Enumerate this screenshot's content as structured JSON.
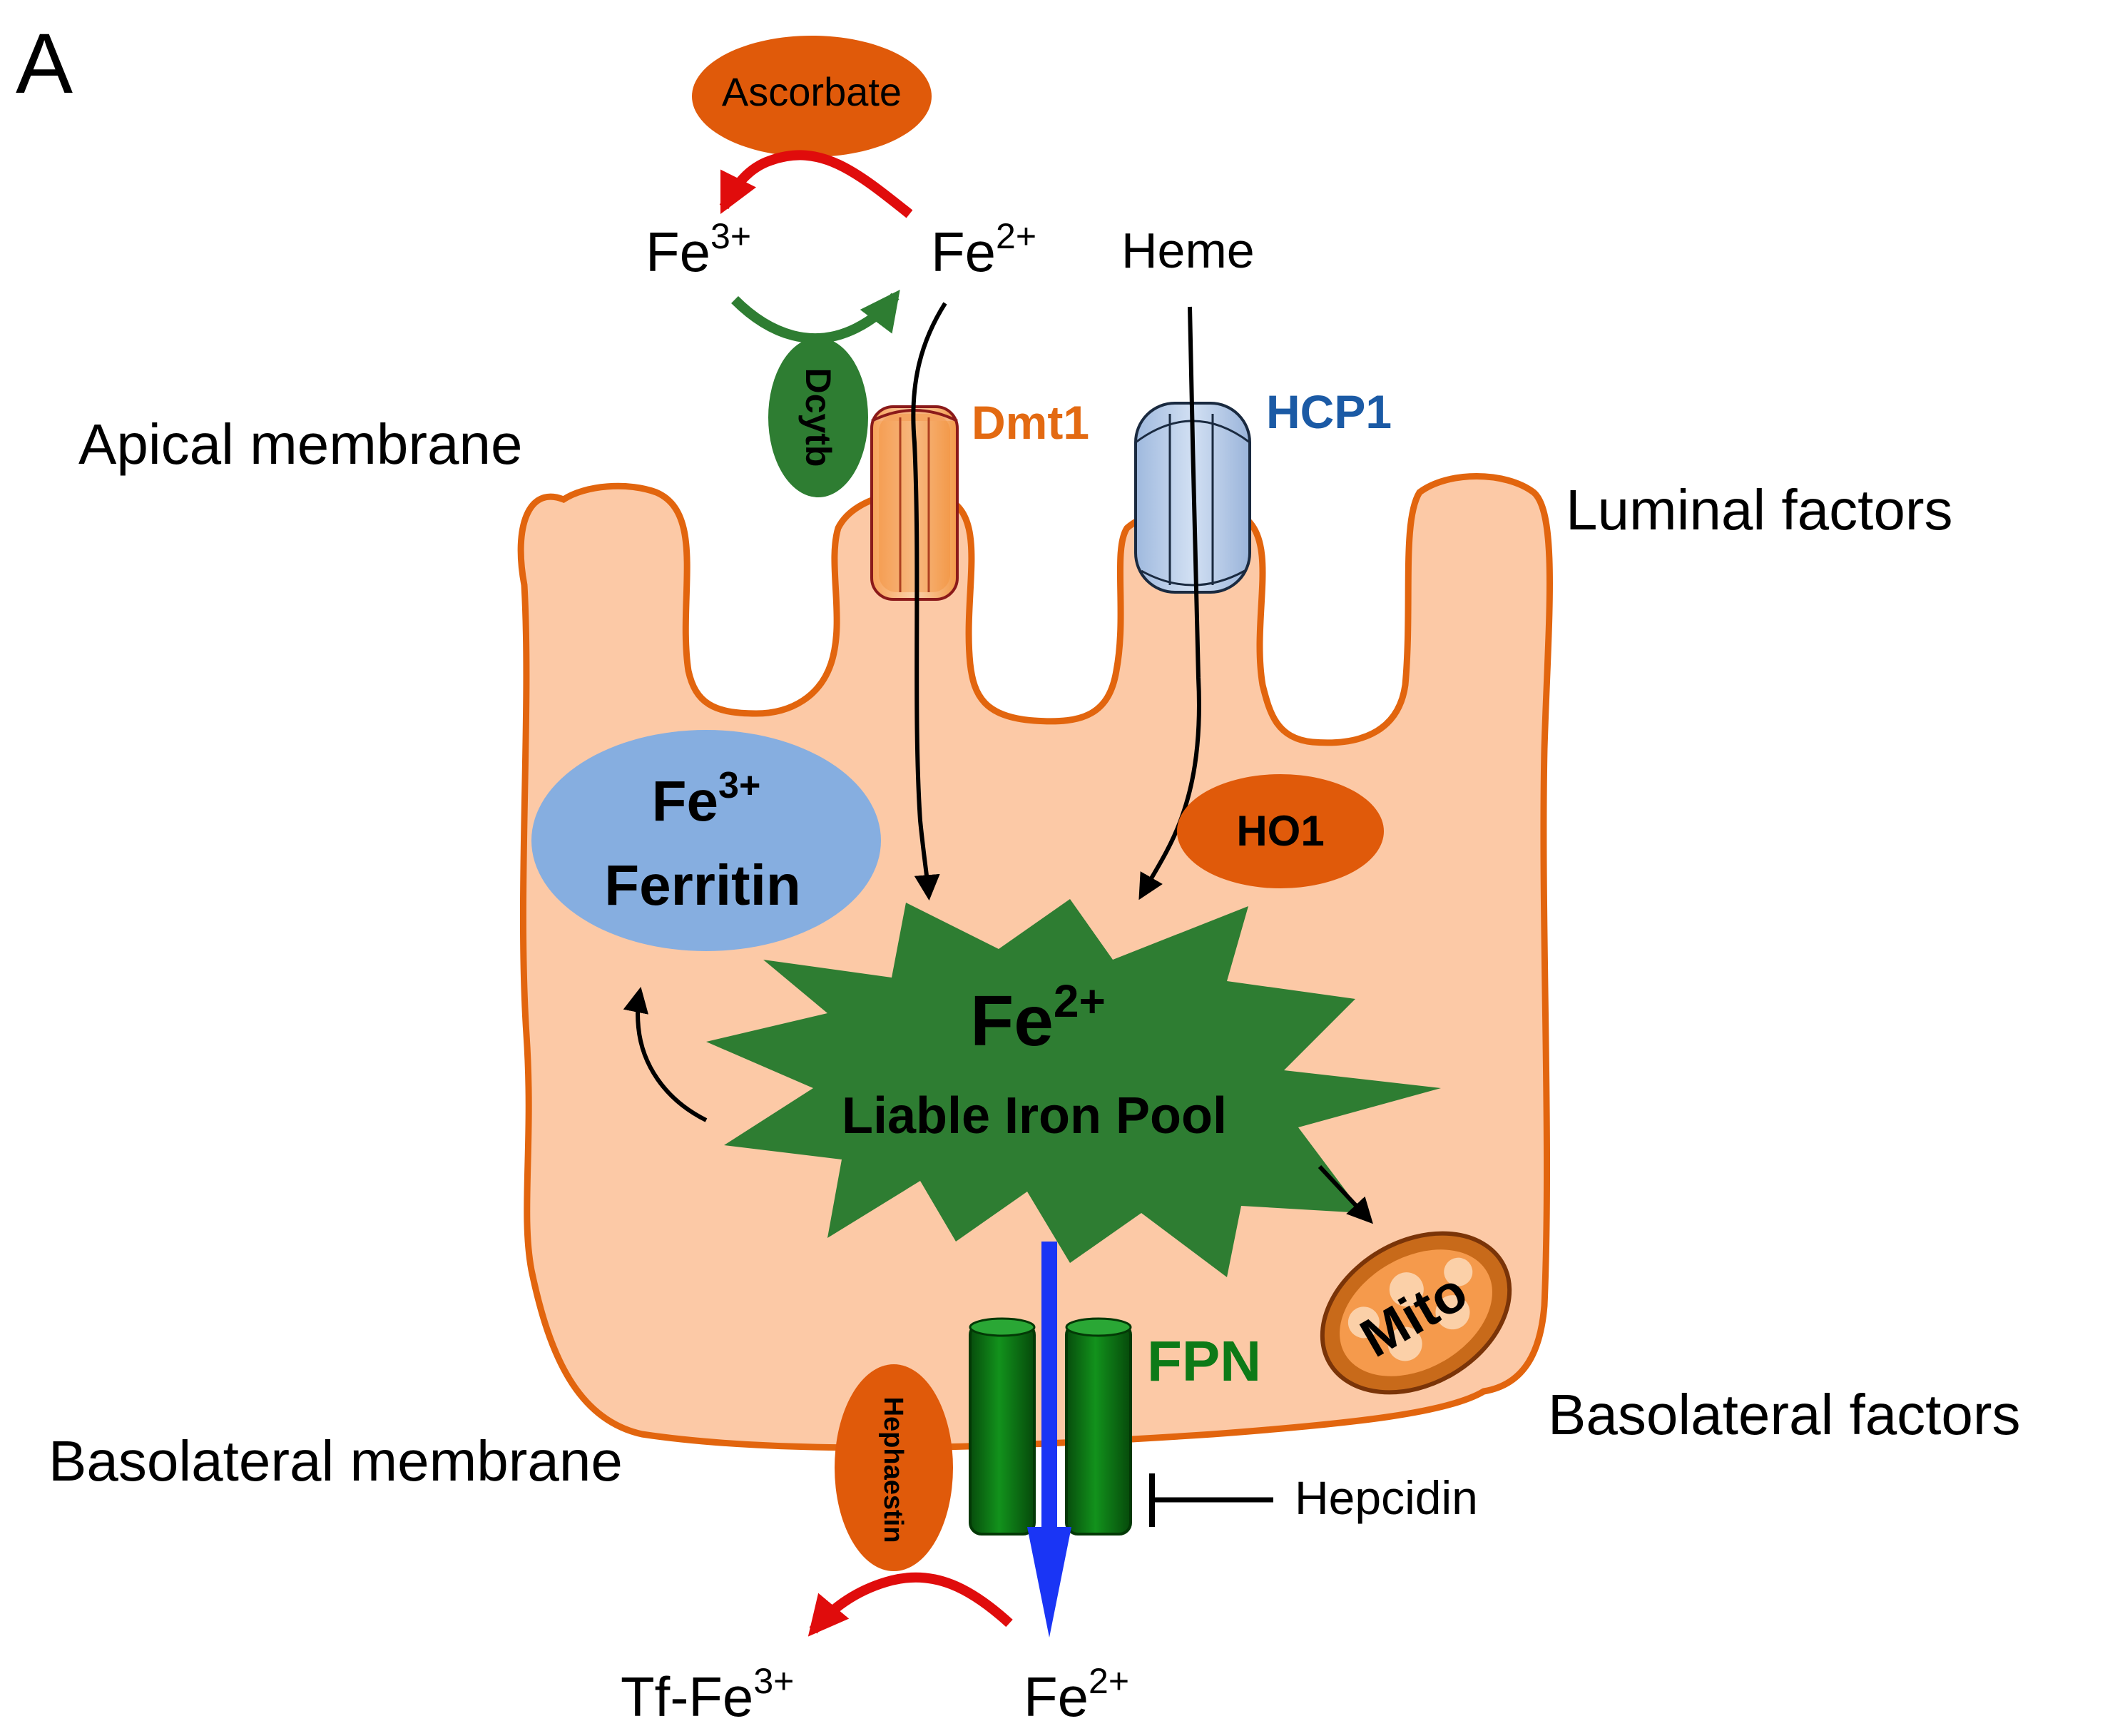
{
  "panel_label": "A",
  "labels": {
    "ascorbate": "Ascorbate",
    "fe3_top": {
      "base": "Fe",
      "sup": "3+"
    },
    "fe2_top": {
      "base": "Fe",
      "sup": "2+"
    },
    "heme": "Heme",
    "dcytb": "Dcytb",
    "dmt1": "Dmt1",
    "hcp1": "HCP1",
    "apical_membrane": "Apical membrane",
    "luminal_factors": "Luminal factors",
    "ferritin_fe": {
      "base": "Fe",
      "sup": "3+"
    },
    "ferritin": "Ferritin",
    "ho1": "HO1",
    "pool_fe": {
      "base": "Fe",
      "sup": "2+"
    },
    "pool_name": "Liable Iron Pool",
    "mito": "Mito",
    "fpn": "FPN",
    "basolateral_factors": "Basolateral factors",
    "basolateral_membrane": "Basolateral membrane",
    "hephaestin": "Hephaestin",
    "hepcidin": "Hepcidin",
    "tf_fe": {
      "base": "Tf-Fe",
      "sup": "3+"
    },
    "fe2_bottom": {
      "base": "Fe",
      "sup": "2+"
    }
  },
  "colors": {
    "cell_fill": "#fcc9a6",
    "cell_stroke": "#e2650e",
    "orange_dark": "#e05a0a",
    "green_dark": "#2e7d32",
    "green_fpn": "#0d7a17",
    "ferritin_blue": "#86aee0",
    "hcp1_text": "#1b5aa5",
    "dmt1_text": "#e36a12",
    "red_arrow": "#e00c0c",
    "blue_arrow": "#1a35f5",
    "black": "#000000"
  }
}
